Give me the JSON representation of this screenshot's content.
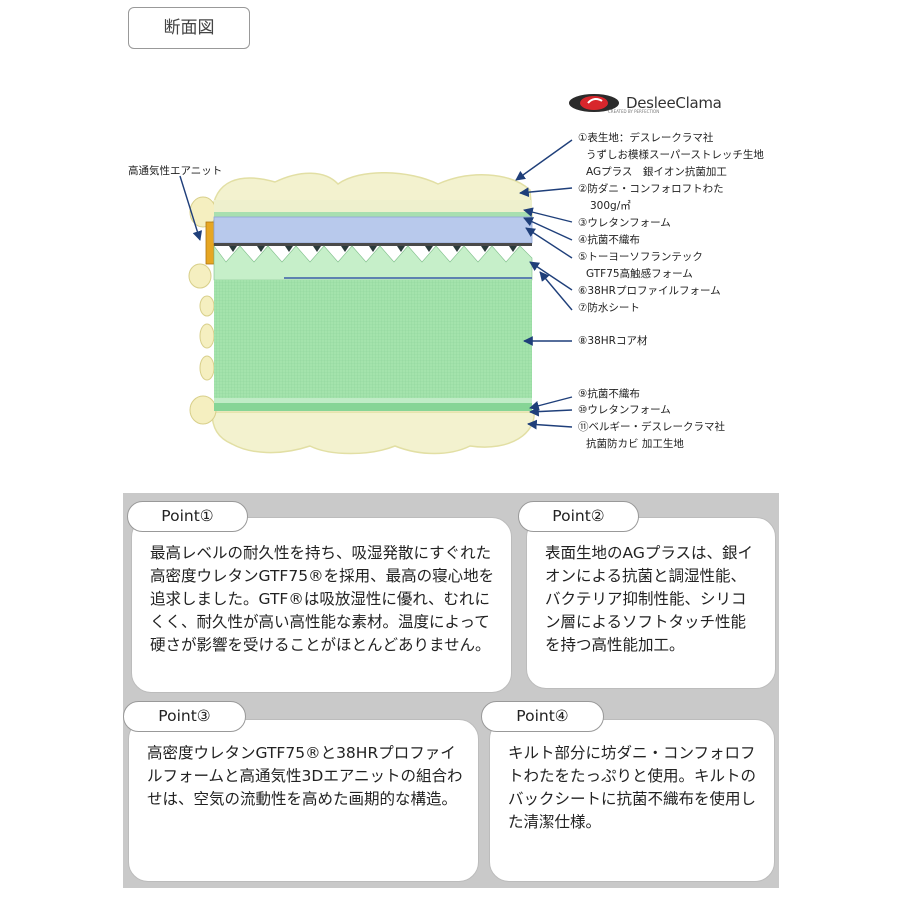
{
  "title": "断面図",
  "brand": {
    "name": "DesleeClama",
    "tagline": "CREATED BY PERFECTION"
  },
  "layer_labels": [
    "①表生地：デスレークラマ社",
    "うずしお模様スーパーストレッチ生地",
    "AGプラス　銀イオン抗菌加工",
    "②防ダニ・コンフォロフトわた",
    "300g/㎡",
    "③ウレタンフォーム",
    "④抗菌不織布",
    "⑤トーヨーソフランテック",
    "GTF75高触感フォーム",
    "⑥38HRプロファイルフォーム",
    "⑦防水シート",
    "⑧38HRコア材",
    "⑨抗菌不織布",
    "⑩ウレタンフォーム",
    "⑪ベルギー・デスレークラマ社",
    "抗菌防カビ 加工生地"
  ],
  "side_label": "高通気性エアニット",
  "points": [
    {
      "tab": "Point①",
      "text": "最高レベルの耐久性を持ち、吸湿発散にすぐれた高密度ウレタンGTF75®を採用、最高の寝心地を追求しました。GTF®は吸放湿性に優れ、むれにくく、耐久性が高い高性能な素材。温度によって硬さが影響を受けることがほとんどありません。"
    },
    {
      "tab": "Point②",
      "text": "表面生地のAGプラスは、銀イオンによる抗菌と調湿性能、バクテリア抑制性能、シリコン層によるソフトタッチ性能を持つ高性能加工。"
    },
    {
      "tab": "Point③",
      "text": "高密度ウレタンGTF75®と38HRプロファイルフォームと高通気性3Dエアニットの組合わせは、空気の流動性を高めた画期的な構造。"
    },
    {
      "tab": "Point④",
      "text": "キルト部分に坊ダニ・コンフォロフトわたをたっぷりと使用。キルトのバックシートに抗菌不織布を使用した清潔仕様。"
    }
  ],
  "colors": {
    "quilt": "#f3f2cf",
    "foam_blue": "#b6c8ea",
    "core_green": "#9fe0a8",
    "arrow": "#1f3f7a",
    "panel": "#c9c9c9"
  }
}
